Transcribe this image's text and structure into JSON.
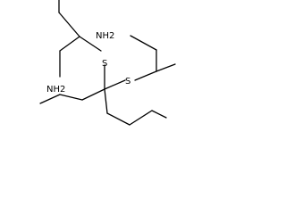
{
  "molecule": {
    "atoms": {
      "nitrogen_1": "NH2",
      "nitrogen_2": "NH2",
      "sulfur_1": "S",
      "sulfur_2": "S"
    }
  }
}
